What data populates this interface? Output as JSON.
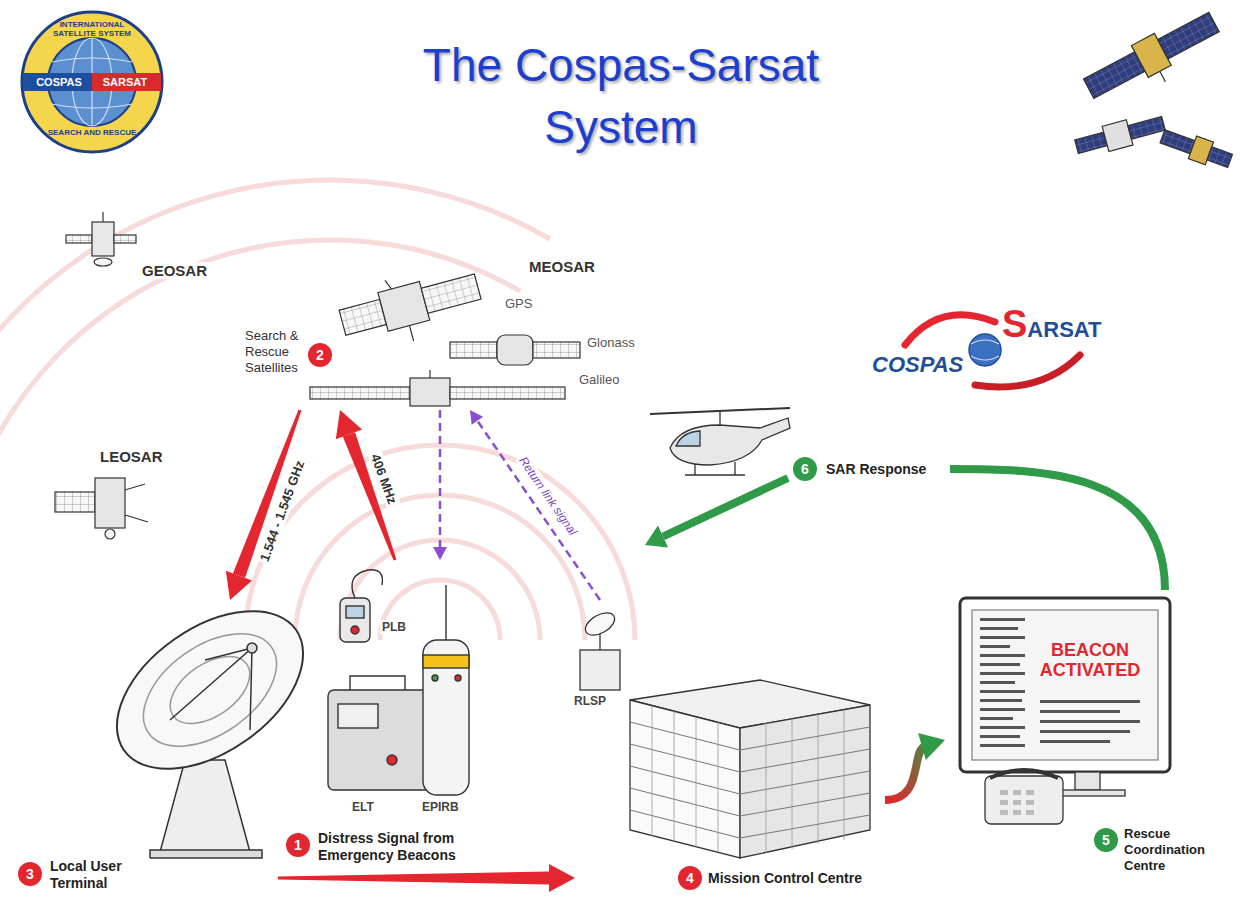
{
  "diagram": {
    "title": "The Cospas-Sarsat System",
    "nodes": [
      {
        "text": [
          "1",
          "Distress Signal from Emergency Beacons"
        ]
      },
      {
        "text": [
          "2",
          "Search & Rescue Satellites"
        ]
      },
      {
        "text": [
          "3",
          "Local User Terminal"
        ]
      },
      {
        "text": [
          "4",
          "Mission Control Centre"
        ]
      },
      {
        "text": [
          "5",
          "Rescue Coordination Centre"
        ]
      },
      {
        "text": [
          "6",
          "SAR Response"
        ]
      }
    ],
    "edges": [
      {
        "from": 0,
        "to": 1,
        "label": "406 MHz",
        "arrow": "to"
      },
      {
        "from": 1,
        "to": 2,
        "label": "1.544 - 1.545 GHz",
        "arrow": "to"
      },
      {
        "from": 2,
        "to": 3,
        "arrow": "to"
      },
      {
        "from": 3,
        "to": 4,
        "arrow": "to"
      },
      {
        "from": 4,
        "to": 5,
        "arrow": "none"
      },
      {
        "from": 3,
        "to": 1,
        "label": "Return link signal",
        "arrow": "to"
      },
      {
        "from": 1,
        "to": 0,
        "arrow": "to"
      }
    ],
    "labels": [
      "INTERNATIONAL SATELLITE SYSTEM",
      "COSPAS",
      "SARSAT",
      "SEARCH AND RESCUE",
      "GEOSAR",
      "MEOSAR",
      "GPS",
      "Glonass",
      "Galileo",
      "LEOSAR",
      "PLB",
      "ELT",
      "EPIRB",
      "RLSP",
      "BEACON ACTIVATED",
      "COSPAS",
      "SARSAT"
    ]
  }
}
